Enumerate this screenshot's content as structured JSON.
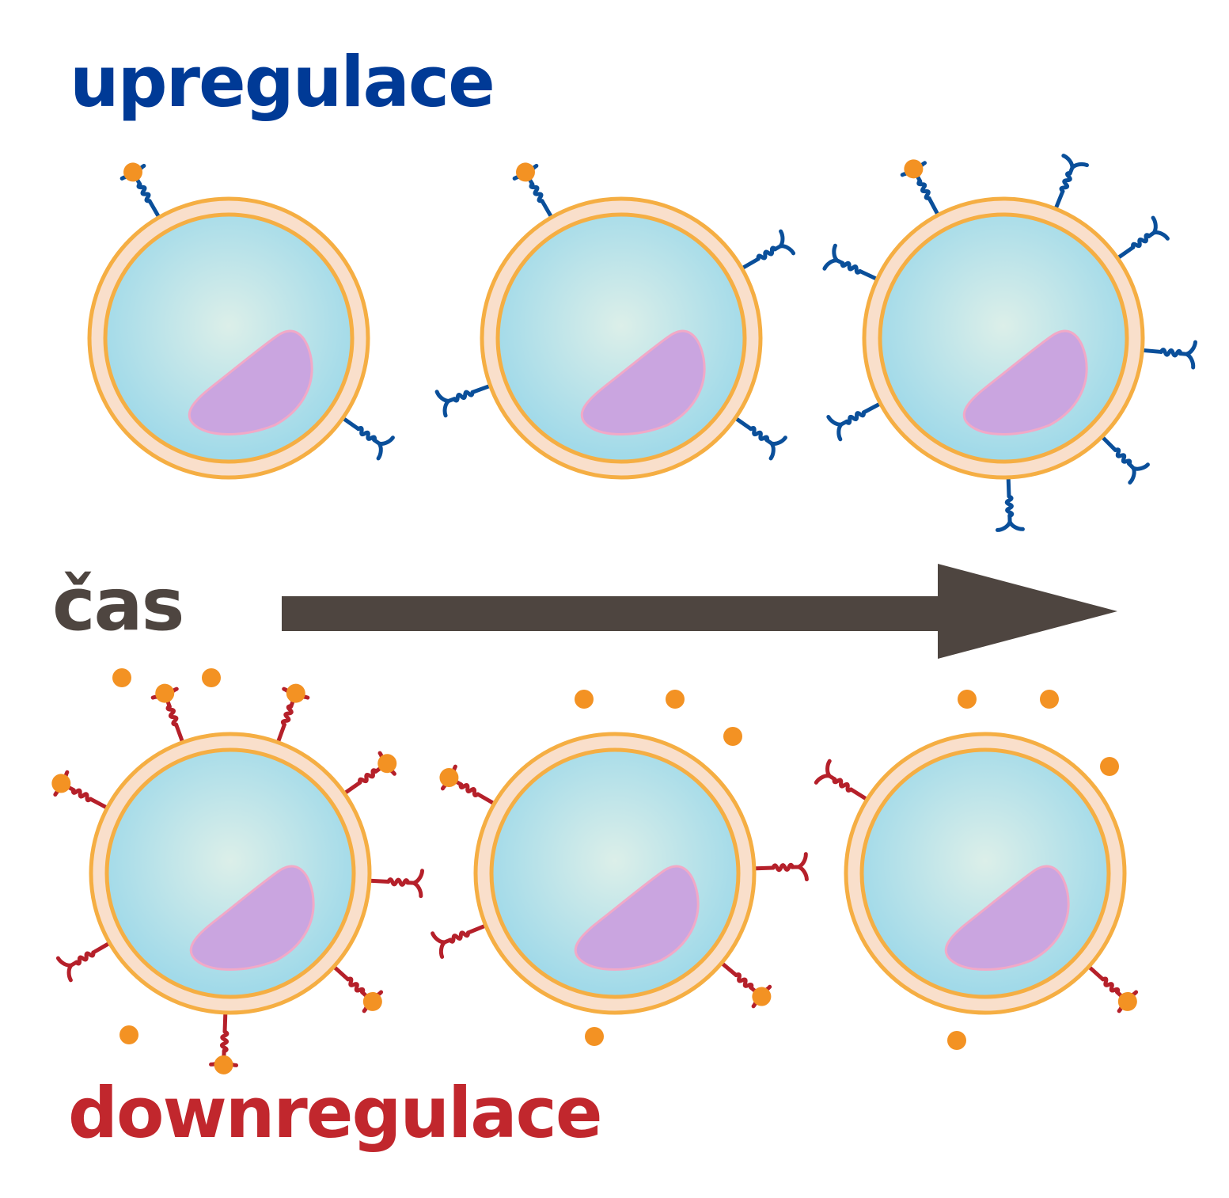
{
  "labels": {
    "upregulation": "upregulace",
    "time": "čas",
    "downregulation": "downregulace"
  },
  "colors": {
    "up": "#003a96",
    "down": "#c1272d",
    "time": "#4e4540",
    "receptor_up": "#0a4f9a",
    "receptor_down": "#b5202a",
    "ligand": "#f39223",
    "membrane": "#f5ae43",
    "membrane_fill": "#f9dfcb",
    "cytoplasm_center": "#dcefe9",
    "cytoplasm_edge": "#9fd9e9",
    "nucleus": "#caa5e0",
    "nucleus_outline": "#f1a9c7"
  },
  "cells": {
    "up": [
      {
        "receptors": [
          {
            "deg": 240,
            "ligand": true
          },
          {
            "deg": 35,
            "ligand": false
          }
        ]
      },
      {
        "receptors": [
          {
            "deg": 240,
            "ligand": true
          },
          {
            "deg": 330,
            "ligand": false
          },
          {
            "deg": 35,
            "ligand": false
          },
          {
            "deg": 160,
            "ligand": false
          }
        ]
      },
      {
        "receptors": [
          {
            "deg": 242,
            "ligand": true
          },
          {
            "deg": 292,
            "ligand": false
          },
          {
            "deg": 325,
            "ligand": false
          },
          {
            "deg": 5,
            "ligand": false
          },
          {
            "deg": 45,
            "ligand": false
          },
          {
            "deg": 88,
            "ligand": false
          },
          {
            "deg": 152,
            "ligand": false
          },
          {
            "deg": 205,
            "ligand": false
          }
        ]
      }
    ],
    "down": [
      {
        "receptors": [
          {
            "deg": 250,
            "ligand": true
          },
          {
            "deg": 290,
            "ligand": true
          },
          {
            "deg": 325,
            "ligand": true
          },
          {
            "deg": 3,
            "ligand": false
          },
          {
            "deg": 42,
            "ligand": true
          },
          {
            "deg": 92,
            "ligand": true
          },
          {
            "deg": 150,
            "ligand": false
          },
          {
            "deg": 208,
            "ligand": true
          }
        ]
      },
      {
        "receptors": [
          {
            "deg": 210,
            "ligand": true
          },
          {
            "deg": 358,
            "ligand": false
          },
          {
            "deg": 40,
            "ligand": true
          },
          {
            "deg": 158,
            "ligand": false
          }
        ]
      },
      {
        "receptors": [
          {
            "deg": 212,
            "ligand": false
          },
          {
            "deg": 42,
            "ligand": true
          }
        ]
      }
    ]
  }
}
